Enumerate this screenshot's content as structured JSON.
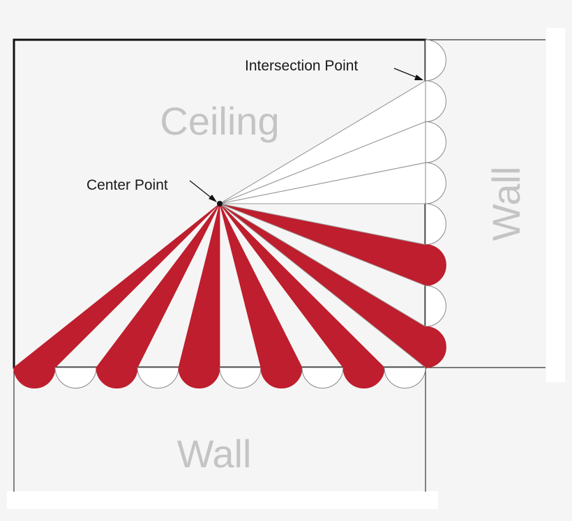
{
  "labels": {
    "ceiling": "Ceiling",
    "wall_right": "Wall",
    "wall_bottom": "Wall",
    "center_point": "Center Point",
    "intersection_point": "Intersection Point"
  },
  "colors": {
    "background": "#f5f5f5",
    "panel": "#ffffff",
    "stripe_red": "#be1e2d",
    "outline": "#111111",
    "guide_line": "#555555",
    "scallop_outline": "#888888",
    "label_gray": "#c4c4c4"
  },
  "stripes": {
    "bottom_wall_scallops": [
      "red",
      "white",
      "red",
      "white",
      "red",
      "white",
      "red",
      "white",
      "red",
      "white"
    ],
    "right_wall_scallops": [
      "white",
      "white",
      "white",
      "white",
      "white",
      "red",
      "white",
      "red"
    ]
  }
}
